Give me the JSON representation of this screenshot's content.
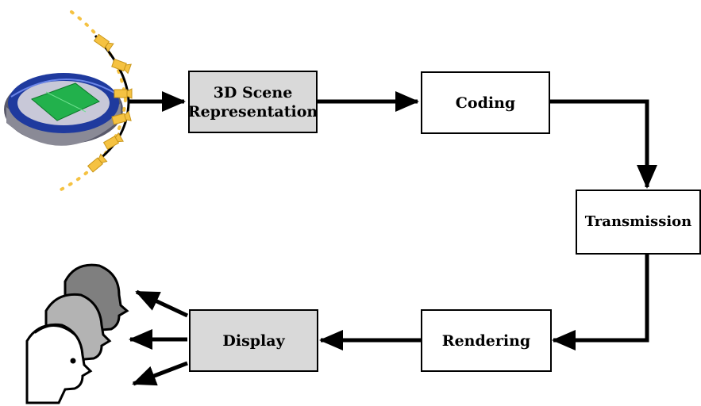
{
  "diagram": {
    "nodes": {
      "scene": {
        "label": "3D Scene\nRepresentation"
      },
      "coding": {
        "label": "Coding"
      },
      "transmission": {
        "label": "Transmission"
      },
      "rendering": {
        "label": "Rendering"
      },
      "display": {
        "label": "Display"
      }
    },
    "colors": {
      "box_gray": "#d9d9d9",
      "camera": "#f5c242",
      "stadium_roof": "#1f3a9e",
      "stadium_field": "#22b14c"
    },
    "icons": [
      "stadium-icon",
      "camera-icon",
      "viewer-heads-icon"
    ]
  }
}
